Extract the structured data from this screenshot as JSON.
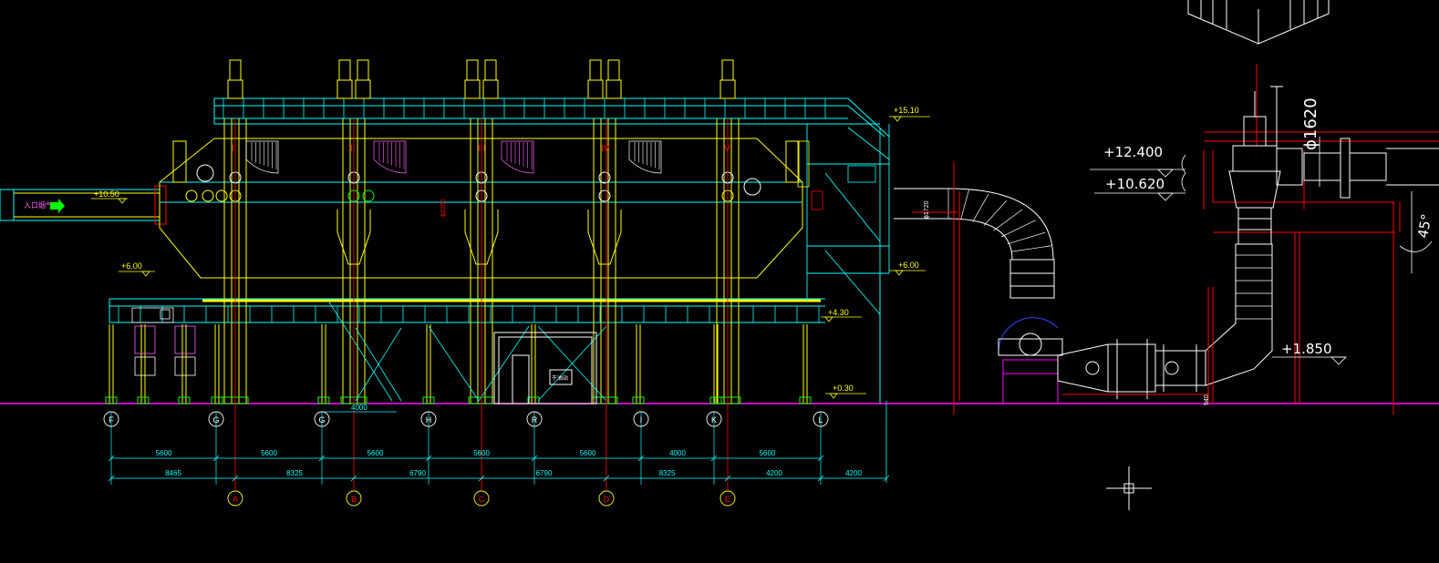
{
  "colors": {
    "background": "#000000",
    "structure": "#ffff00",
    "platform": "#00ffff",
    "grid": "#ff0000",
    "ground": "#ff00ff",
    "duct": "#ffffff",
    "dimension": "#00ffff",
    "accent": "#00ff00",
    "hatch": "#ff66ff"
  },
  "elevations": {
    "e1510": "+15.10",
    "e1050": "+10.50",
    "e600l": "+6.00",
    "e600r": "+6.00",
    "e430": "+4.30",
    "e030": "+0.30",
    "e12400": "+12.400",
    "e10620": "+10.620",
    "e1850": "+1.850"
  },
  "column_labels": {
    "c1": "I",
    "c2": "II",
    "c3": "III",
    "c4": "IV",
    "c5": "V"
  },
  "axis_top": [
    "F",
    "G",
    "G",
    "H",
    "R",
    "I",
    "K",
    "L"
  ],
  "axis_bottom": [
    "A",
    "B",
    "C",
    "D",
    "E"
  ],
  "dims_row1": [
    "5600",
    "5600",
    "5600",
    "5600",
    "5600",
    "4000",
    "5600"
  ],
  "dims_row2": [
    "8465",
    "8325",
    "6790",
    "6790",
    "8325",
    "4200",
    "4200"
  ],
  "dim_mid": "4000",
  "diameters": {
    "d1620": "ϕ1620",
    "d1720": "ϕ1720",
    "d2200": "ϕ2200"
  },
  "angle": "45°",
  "inlet_label": "入口烟气",
  "door_label": "干油站",
  "side_dim": "940"
}
